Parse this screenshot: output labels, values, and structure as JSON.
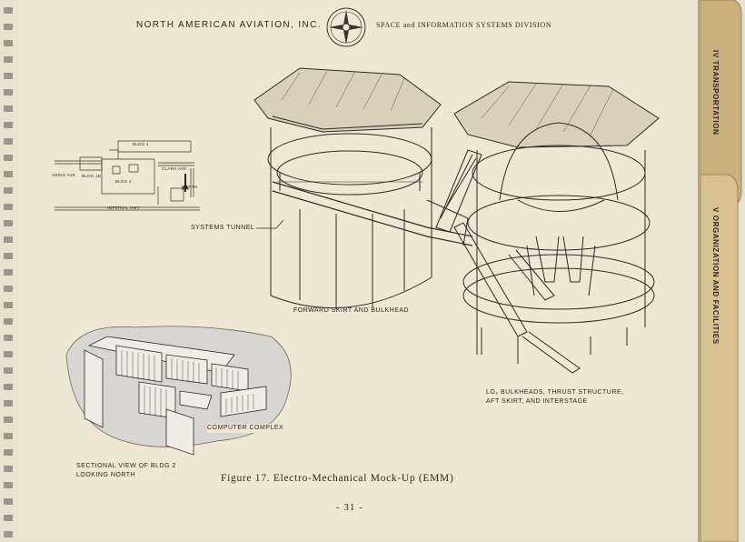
{
  "header": {
    "company": "NORTH AMERICAN AVIATION, INC.",
    "division": "SPACE and INFORMATION SYSTEMS DIVISION"
  },
  "tabs": [
    {
      "label": "IV  TRANSPORTATION"
    },
    {
      "label": "V  ORGANIZATION AND FACILITIES"
    }
  ],
  "map": {
    "bldg4": "BLDG 4",
    "bldg1b": "BLDG 1B",
    "bldg2": "BLDG 2",
    "ardis": "ARDIS AVE",
    "clark": "CLARK AVE",
    "north": "NORTH",
    "imperial": "IMPERIAL HWY"
  },
  "labels": {
    "systems_tunnel": "SYSTEMS TUNNEL",
    "forward_skirt": "FORWARD SKIRT AND BULKHEAD",
    "lo2_line1": "LO₂ BULKHEADS, THRUST STRUCTURE,",
    "lo2_line2": "AFT SKIRT, AND INTERSTAGE",
    "computer_complex": "COMPUTER COMPLEX",
    "sectional_line1": "SECTIONAL VIEW OF BLDG 2",
    "sectional_line2": "LOOKING NORTH"
  },
  "caption": "Figure 17.  Electro-Mechanical Mock-Up (EMM)",
  "page_number": "- 31 -"
}
